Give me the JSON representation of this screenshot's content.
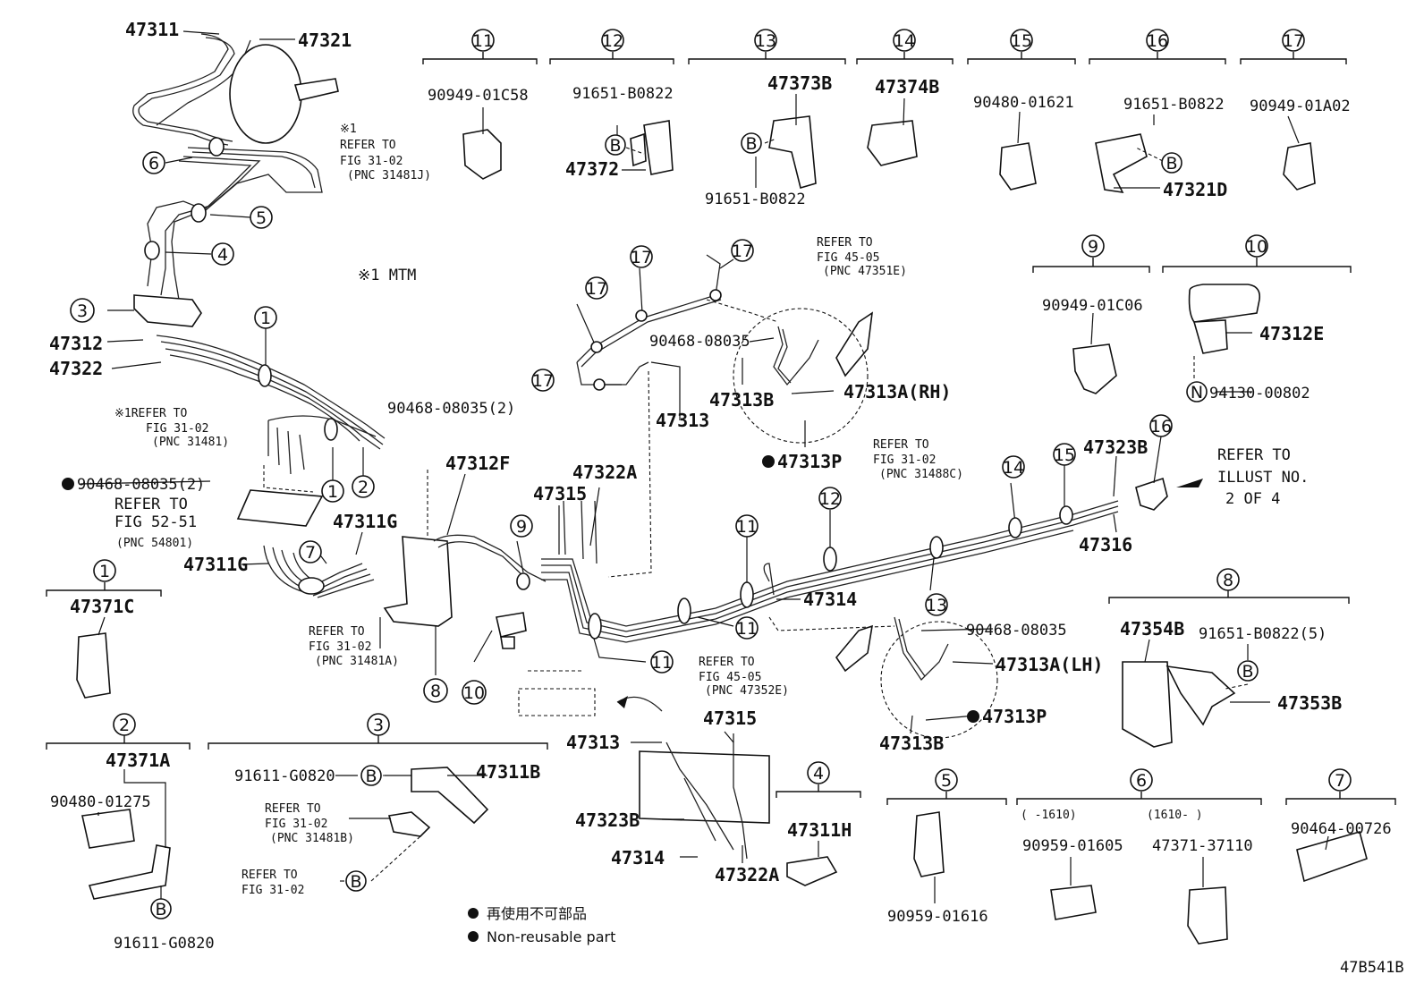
{
  "diagram_code": "47B541B",
  "legend": {
    "ja": "再使用不可部品",
    "en": "Non-reusable part"
  },
  "notes": {
    "mtm": "※1 MTM",
    "refer_illust_1": "REFER TO",
    "refer_illust_2": "ILLUST NO.",
    "refer_illust_3": "2 OF 4"
  },
  "refs": [
    {
      "l1": "※1",
      "l2": "REFER TO",
      "l3": "FIG 31-02",
      "l4": "(PNC 31481J)"
    },
    {
      "l1": "※1REFER TO",
      "l2": "FIG 31-02",
      "l3": "(PNC 31481)"
    },
    {
      "l1": "REFER TO",
      "l2": "FIG 52-51",
      "l3": "(PNC 54801)"
    },
    {
      "l1": "REFER TO",
      "l2": "FIG 31-02",
      "l3": "(PNC 31481A)"
    },
    {
      "l1": "REFER TO",
      "l2": "FIG 45-05",
      "l3": "(PNC 47351E)"
    },
    {
      "l1": "REFER TO",
      "l2": "FIG 31-02",
      "l3": "(PNC 31488C)"
    },
    {
      "l1": "REFER TO",
      "l2": "FIG 45-05",
      "l3": "(PNC 47352E)"
    },
    {
      "l1": "REFER TO",
      "l2": "FIG 31-02",
      "l3": "(PNC 31481B)"
    },
    {
      "l1": "REFER TO",
      "l2": "FIG 31-02"
    }
  ],
  "main_labels": {
    "p47311": "47311",
    "p47321": "47321",
    "p47312": "47312",
    "p47322": "47322",
    "p90468_2a": "90468-08035(2)",
    "p90468_2b": "90468-08035(2)",
    "p47311G_a": "47311G",
    "p47311G_b": "47311G",
    "p47312F": "47312F",
    "p47315": "47315",
    "p47322A": "47322A",
    "p47313_top": "47313",
    "p90468_top": "90468-08035",
    "p47313B_top": "47313B",
    "p47313A_RH": "47313A(RH)",
    "p47313P_top": "47313P",
    "p47323B": "47323B",
    "p47316": "47316",
    "p47314": "47314",
    "p90468_lh": "90468-08035",
    "p47313A_LH": "47313A(LH)",
    "p47313P_lh": "47313P",
    "p47313B_lh": "47313B",
    "p47313_inset": "47313",
    "p47315_inset": "47315",
    "p47323B_inset": "47323B",
    "p47314_inset": "47314",
    "p47322A_inset": "47322A"
  },
  "groups": [
    {
      "num": "11",
      "parts": [
        "90949-01C58"
      ]
    },
    {
      "num": "12",
      "parts": [
        "91651-B0822",
        "47372"
      ]
    },
    {
      "num": "13",
      "parts": [
        "47373B",
        "91651-B0822"
      ]
    },
    {
      "num": "14",
      "parts": [
        "47374B"
      ]
    },
    {
      "num": "15",
      "parts": [
        "90480-01621"
      ]
    },
    {
      "num": "16",
      "parts": [
        "91651-B0822",
        "47321D"
      ]
    },
    {
      "num": "17",
      "parts": [
        "90949-01A02"
      ]
    },
    {
      "num": "9",
      "parts": [
        "90949-01C06"
      ]
    },
    {
      "num": "10",
      "parts": [
        "47312E",
        "94130-00802"
      ]
    },
    {
      "num": "1",
      "parts": [
        "47371C"
      ]
    },
    {
      "num": "2",
      "parts": [
        "47371A",
        "90480-01275",
        "91611-G0820"
      ]
    },
    {
      "num": "3",
      "parts": [
        "91611-G0820",
        "47311B"
      ]
    },
    {
      "num": "8",
      "parts": [
        "47354B",
        "91651-B0822(5)",
        "47353B"
      ]
    },
    {
      "num": "4",
      "parts": [
        "47311H"
      ]
    },
    {
      "num": "5",
      "parts": [
        "90959-01616"
      ]
    },
    {
      "num": "6",
      "parts": [
        "(     -1610)",
        "(1610-      )",
        "90959-01605",
        "47371-37110"
      ]
    },
    {
      "num": "7",
      "parts": [
        "90464-00726"
      ]
    }
  ],
  "callouts": [
    "1",
    "2",
    "3",
    "4",
    "5",
    "6",
    "7",
    "8",
    "9",
    "10",
    "11",
    "12",
    "13",
    "14",
    "15",
    "16",
    "17"
  ],
  "letter_b": "B",
  "letter_n": "N"
}
